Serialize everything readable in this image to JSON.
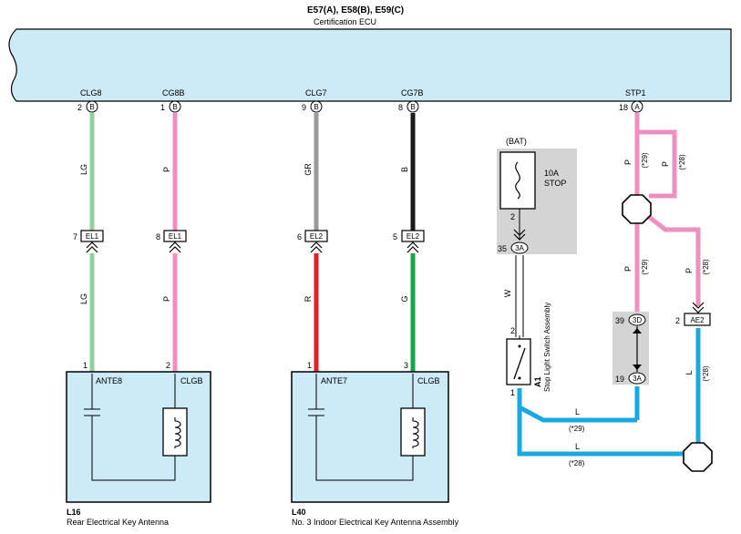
{
  "header": {
    "connectors": "E57(A), E58(B), E59(C)",
    "ecu_name": "Certification ECU"
  },
  "terminals": {
    "clg8": {
      "name": "CLG8",
      "pin": "2",
      "conn": "B"
    },
    "cg8b": {
      "name": "CG8B",
      "pin": "1",
      "conn": "B"
    },
    "clg7": {
      "name": "CLG7",
      "pin": "9",
      "conn": "B"
    },
    "cg7b": {
      "name": "CG7B",
      "pin": "8",
      "conn": "B"
    },
    "stp1": {
      "name": "STP1",
      "pin": "18",
      "conn": "A"
    }
  },
  "wire_colors": {
    "lg": "LG",
    "p": "P",
    "gr": "GR",
    "b": "B",
    "r": "R",
    "g": "G",
    "w": "W",
    "l": "L"
  },
  "colors": {
    "ecu_fill": "#cdeaf7",
    "lg": "#8fd19e",
    "p": "#ef8fbf",
    "gr": "#9a9a9a",
    "b": "#1a1a1a",
    "r": "#e3202a",
    "g": "#16a64a",
    "l": "#1aa8e0",
    "box_gray": "#d4d4d4"
  },
  "connectors": {
    "el1_a": {
      "pin": "7",
      "name": "EL1"
    },
    "el1_b": {
      "pin": "8",
      "name": "EL1"
    },
    "el2_a": {
      "pin": "6",
      "name": "EL2"
    },
    "el2_b": {
      "pin": "5",
      "name": "EL2"
    },
    "ae2": {
      "pin": "2",
      "name": "AE2"
    },
    "c3d": {
      "pin": "39",
      "name": "3D"
    },
    "c3a_bot": {
      "pin": "19",
      "name": "3A"
    },
    "c3a_top": {
      "pin": "35",
      "name": "3A"
    }
  },
  "fuse": {
    "source": "(BAT)",
    "rating": "10A",
    "name": "STOP",
    "pin_out": "2"
  },
  "switch": {
    "id": "A1",
    "name": "Stop Light Switch Assembly",
    "pin_in": "2",
    "pin_out": "1"
  },
  "notes": {
    "n29": "(*29)",
    "n28": "(*28)"
  },
  "component_l16": {
    "id": "L16",
    "name": "Rear Electrical Key Antenna",
    "left_label": "ANTE8",
    "right_label": "CLGB",
    "pin_left": "1",
    "pin_right": "2"
  },
  "component_l40": {
    "id": "L40",
    "name": "No. 3 Indoor Electrical Key Antenna Assembly",
    "left_label": "ANTE7",
    "right_label": "CLGB",
    "pin_left": "1",
    "pin_right": "3"
  }
}
